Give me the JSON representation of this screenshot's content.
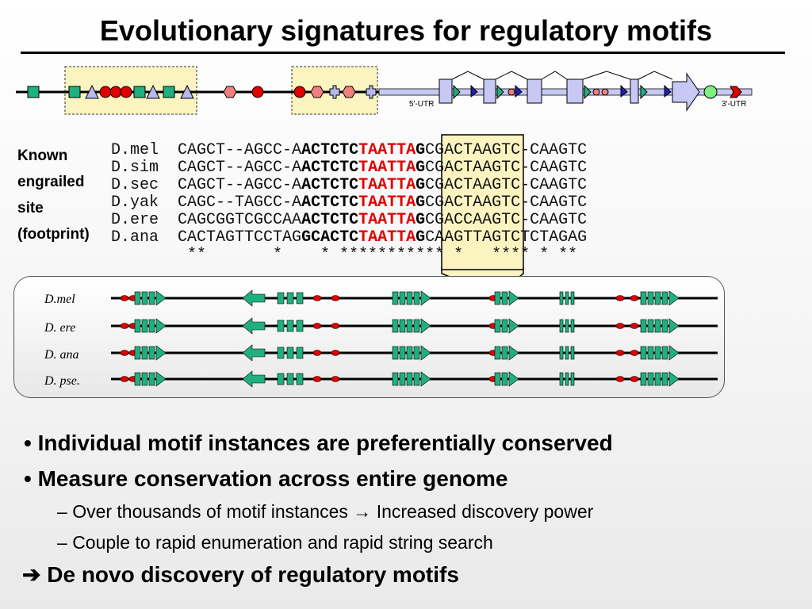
{
  "title": "Evolutionary signatures for regulatory motifs",
  "gene_track": {
    "utr5_label": "5'-UTR",
    "utr3_label": "3'-UTR"
  },
  "known_site_label": [
    "Known",
    "engrailed",
    "site",
    "(footprint)"
  ],
  "alignment": {
    "rows": [
      {
        "species": "D.mel",
        "pre": "CAGCT--AGCC-A",
        "core": "ACTCTC",
        "motif": "TAATTA",
        "g": "G",
        "post": "CGACTAAGTC-CAAGTC"
      },
      {
        "species": "D.sim",
        "pre": "CAGCT--AGCC-A",
        "core": "ACTCTC",
        "motif": "TAATTA",
        "g": "G",
        "post": "CGACTAAGTC-CAAGTC"
      },
      {
        "species": "D.sec",
        "pre": "CAGCT--AGCC-A",
        "core": "ACTCTC",
        "motif": "TAATTA",
        "g": "G",
        "post": "CGACTAAGTC-CAAGTC"
      },
      {
        "species": "D.yak",
        "pre": "CAGC--TAGCC-A",
        "core": "ACTCTC",
        "motif": "TAATTA",
        "g": "G",
        "post": "CGACTAAGTC-CAAGTC"
      },
      {
        "species": "D.ere",
        "pre": "CAGCGGTCGCCAA",
        "core": "ACTCTC",
        "motif": "TAATTA",
        "g": "G",
        "post": "CGACCAAGTC-CAAGTC"
      },
      {
        "species": "D.ana",
        "pre": "CACTAGTTCCTAG",
        "core": "GCACTC",
        "motif": "TAATTA",
        "g": "G",
        "post": "CAAGTTAGTCTCTAGAG"
      }
    ],
    "conservation": "        **       *    * *********** *   **** * **"
  },
  "species_tracks": {
    "labels": [
      "D.mel",
      "D. ere",
      "D. ana",
      "D. pse."
    ]
  },
  "bullets": [
    "Individual motif instances are preferentially conserved",
    "Measure conservation across entire genome"
  ],
  "sub_bullets": [
    "Over thousands of motif instances → Increased discovery power",
    "Couple to rapid enumeration and rapid string search"
  ],
  "conclusion": "De novo discovery of regulatory motifs",
  "colors": {
    "motif_red": "#e00000",
    "box_green": "#20b080",
    "exon_blue": "#c8c8f4",
    "highlight_yellow": "#fcf4c0"
  }
}
